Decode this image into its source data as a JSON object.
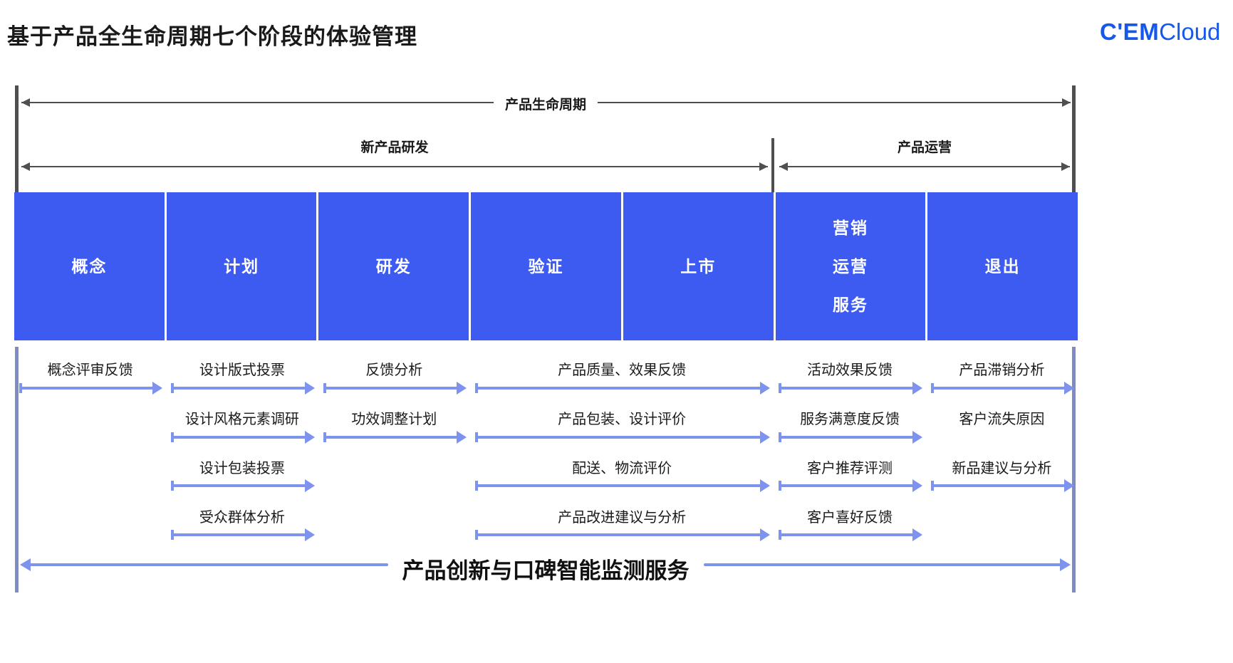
{
  "page": {
    "title": "基于产品全生命周期七个阶段的体验管理"
  },
  "logo": {
    "cem": "C'EM",
    "cloud": "Cloud",
    "color": "#1659ea"
  },
  "timeline": {
    "lifecycle_label": "产品生命周期",
    "phases": [
      {
        "label": "新产品研发"
      },
      {
        "label": "产品运营"
      }
    ]
  },
  "stages": [
    {
      "label": "概念"
    },
    {
      "label": "计划"
    },
    {
      "label": "研发"
    },
    {
      "label": "验证"
    },
    {
      "label": "上市"
    },
    {
      "lines": [
        "营销",
        "运营",
        "服务"
      ]
    },
    {
      "label": "退出"
    }
  ],
  "feedback": {
    "items": [
      {
        "label": "概念评审反馈",
        "col_start": 0,
        "col_end": 0,
        "row": 0,
        "arrow": true
      },
      {
        "label": "设计版式投票",
        "col_start": 1,
        "col_end": 1,
        "row": 0,
        "arrow": true
      },
      {
        "label": "反馈分析",
        "col_start": 2,
        "col_end": 2,
        "row": 0,
        "arrow": true
      },
      {
        "label": "产品质量、效果反馈",
        "col_start": 3,
        "col_end": 4,
        "row": 0,
        "arrow": true
      },
      {
        "label": "活动效果反馈",
        "col_start": 5,
        "col_end": 5,
        "row": 0,
        "arrow": true
      },
      {
        "label": "产品滞销分析",
        "col_start": 6,
        "col_end": 6,
        "row": 0,
        "arrow": true
      },
      {
        "label": "设计风格元素调研",
        "col_start": 1,
        "col_end": 1,
        "row": 1,
        "arrow": true
      },
      {
        "label": "功效调整计划",
        "col_start": 2,
        "col_end": 2,
        "row": 1,
        "arrow": true
      },
      {
        "label": "产品包装、设计评价",
        "col_start": 3,
        "col_end": 4,
        "row": 1,
        "arrow": true
      },
      {
        "label": "服务满意度反馈",
        "col_start": 5,
        "col_end": 5,
        "row": 1,
        "arrow": true
      },
      {
        "label": "客户流失原因",
        "col_start": 6,
        "col_end": 6,
        "row": 1,
        "arrow": false
      },
      {
        "label": "设计包装投票",
        "col_start": 1,
        "col_end": 1,
        "row": 2,
        "arrow": true
      },
      {
        "label": "配送、物流评价",
        "col_start": 3,
        "col_end": 4,
        "row": 2,
        "arrow": true
      },
      {
        "label": "客户推荐评测",
        "col_start": 5,
        "col_end": 5,
        "row": 2,
        "arrow": true
      },
      {
        "label": "新品建议与分析",
        "col_start": 6,
        "col_end": 6,
        "row": 2,
        "arrow": true
      },
      {
        "label": "受众群体分析",
        "col_start": 1,
        "col_end": 1,
        "row": 3,
        "arrow": true
      },
      {
        "label": "产品改进建议与分析",
        "col_start": 3,
        "col_end": 4,
        "row": 3,
        "arrow": true
      },
      {
        "label": "客户喜好反馈",
        "col_start": 5,
        "col_end": 5,
        "row": 3,
        "arrow": true
      }
    ]
  },
  "footer": {
    "label": "产品创新与口碑智能监测服务"
  },
  "colors": {
    "stage_blue": "#3d5af1",
    "arrow_blue": "#7d93ee",
    "axis_gray": "#4f4f4f",
    "logo_blue": "#1659ea"
  }
}
